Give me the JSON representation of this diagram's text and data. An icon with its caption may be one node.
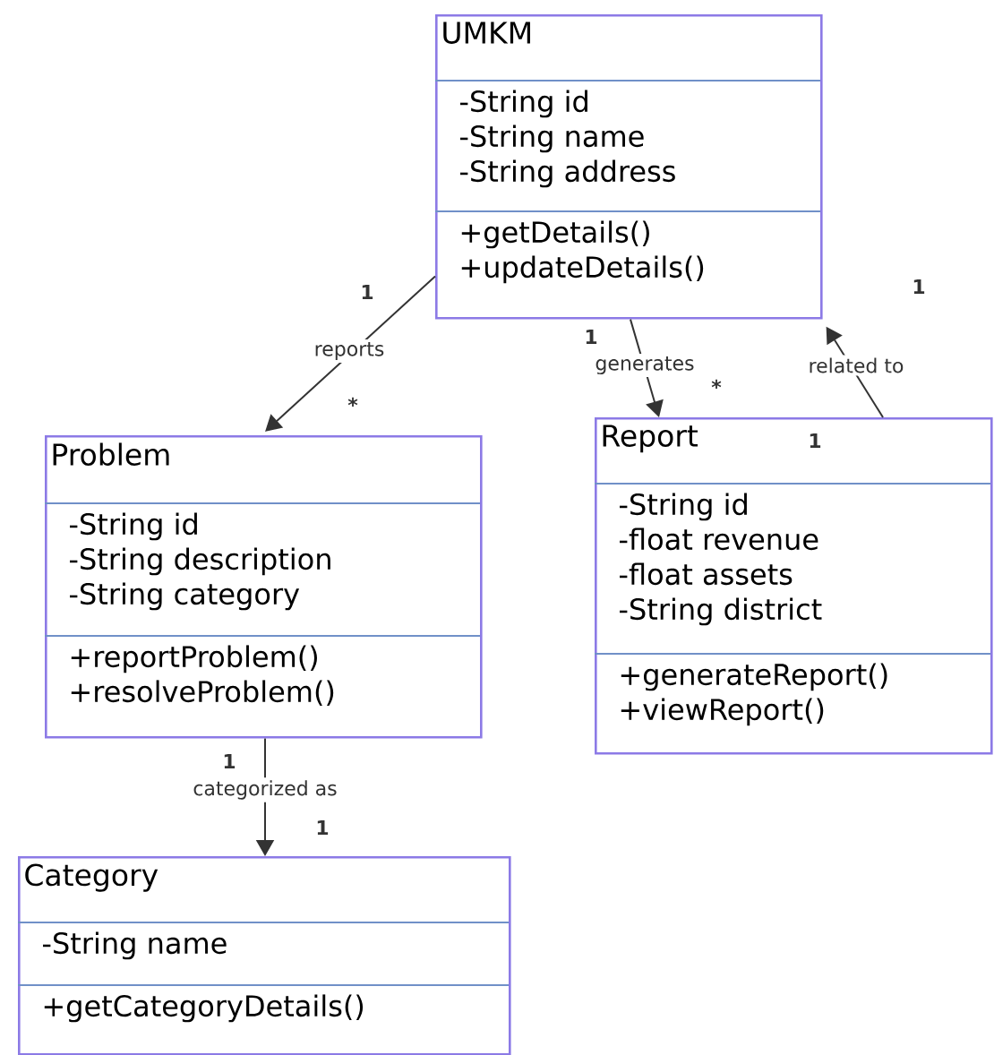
{
  "diagram": {
    "nodes": [
      {
        "text": [
          "UMKM",
          "-String id",
          "-String name",
          "-String address",
          "+getDetails()",
          "+updateDetails()"
        ]
      },
      {
        "text": [
          "Problem",
          "-String id",
          "-String description",
          "-String category",
          "+reportProblem()",
          "+resolveProblem()"
        ]
      },
      {
        "text": [
          "Report",
          "-String id",
          "-float revenue",
          "-float assets",
          "-String district",
          "+generateReport()",
          "+viewReport()"
        ]
      },
      {
        "text": [
          "Category",
          "-String name",
          "+getCategoryDetails()"
        ]
      }
    ],
    "edges": [
      {
        "from": 0,
        "to": 1,
        "arrow": "to",
        "label": "reports"
      },
      {
        "from": 0,
        "to": 2,
        "arrow": "to",
        "label": "generates"
      },
      {
        "from": 2,
        "to": 0,
        "arrow": "to",
        "label": "related to"
      },
      {
        "from": 1,
        "to": 3,
        "arrow": "to",
        "label": "categorized as"
      }
    ],
    "labels": [
      "1",
      "1",
      "1",
      "*",
      "*",
      "1",
      "1",
      "1"
    ]
  }
}
